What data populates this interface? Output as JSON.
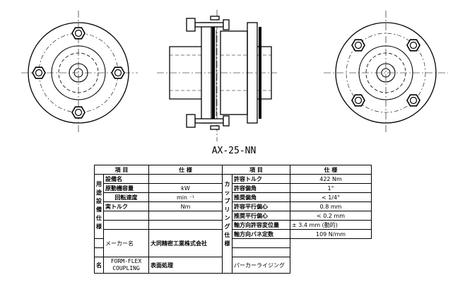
{
  "model": "AX-25-NN",
  "table": {
    "left_header": {
      "item": "項 目",
      "spec": "仕 様"
    },
    "right_header": {
      "item": "項 目",
      "spec": "仕 様"
    },
    "left_group_label": "用途・設備仕様",
    "right_group_label": "カップリング仕様",
    "left_rows": [
      {
        "item": "設備名",
        "value": ""
      },
      {
        "item": "原動機容量",
        "value": "kW"
      },
      {
        "item": "回転速度",
        "value": "min ⁻¹"
      },
      {
        "item": "実トルク",
        "value": "Nm"
      },
      {
        "item": "",
        "value": ""
      },
      {
        "item": "",
        "value": ""
      }
    ],
    "maker_label": "メーカー名",
    "maker_value": "大同精密工業株式会社",
    "name_label": "名 称",
    "name_value_line1": "FORM-FLEX",
    "name_value_line2": "COUPLING",
    "right_rows": [
      {
        "item": "許容トルク",
        "value": "422 Nm"
      },
      {
        "item": "許容偏角",
        "value": "1°"
      },
      {
        "item": "推奨偏角",
        "value": "< 1/4°"
      },
      {
        "item": "許容平行偏心",
        "value": "0.8 mm"
      },
      {
        "item": "推奨平行偏心",
        "value": "< 0.2 mm"
      },
      {
        "item": "軸方向許容変位量",
        "value": "± 3.4 mm (動的)"
      },
      {
        "item": "軸方向バネ定数",
        "value": "109 N/mm"
      },
      {
        "item": "",
        "value": ""
      },
      {
        "item": "",
        "value": ""
      },
      {
        "item": "表面処理",
        "value": "パーカーライジング"
      }
    ]
  }
}
